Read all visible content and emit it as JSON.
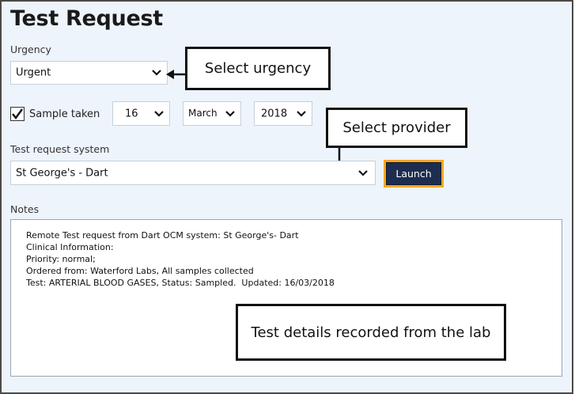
{
  "page": {
    "title": "Test Request"
  },
  "urgency": {
    "label": "Urgency",
    "value": "Urgent"
  },
  "sample": {
    "label": "Sample taken",
    "checked": true,
    "day": "16",
    "month": "March",
    "year": "2018"
  },
  "test_system": {
    "label": "Test request system",
    "value": "St George's - Dart",
    "launch_label": "Launch"
  },
  "notes": {
    "label": "Notes",
    "lines": [
      "Remote Test request from Dart OCM system: St George's- Dart",
      "Clinical Information:",
      "Priority: normal;",
      "Ordered from: Waterford Labs, All samples collected",
      "Test: ARTERIAL BLOOD GASES, Status: Sampled.  Updated: 16/03/2018"
    ]
  },
  "callouts": {
    "urgency": "Select urgency",
    "provider": "Select provider",
    "details": "Test details recorded from the lab"
  },
  "colors": {
    "background": "#eef4fb",
    "launch_bg": "#1d2d4f",
    "launch_border": "#f5a623"
  },
  "icons": {
    "chevron": "chevron-down-icon",
    "check": "checkmark-icon",
    "arrow": "arrow-icon"
  }
}
